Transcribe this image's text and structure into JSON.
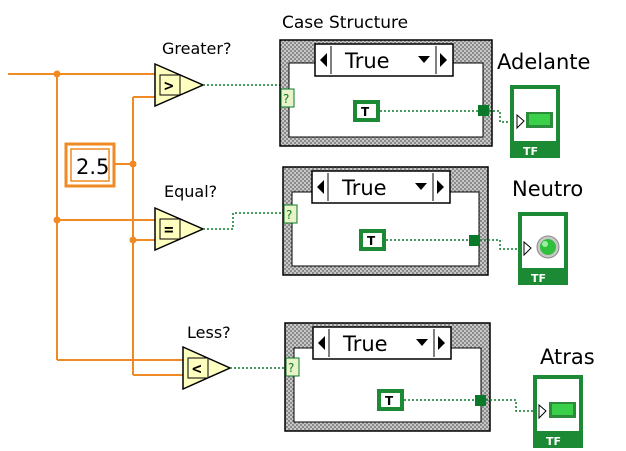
{
  "structure_title": "Case Structure",
  "constant": {
    "value": "2.5"
  },
  "comparisons": [
    {
      "label": "Greater?",
      "symbol": ">",
      "case_selector": "True",
      "bool_const": "T",
      "indicator_label": "Adelante",
      "indicator_type": "led-bar",
      "indicator_tag": "TF"
    },
    {
      "label": "Equal?",
      "symbol": "=",
      "case_selector": "True",
      "bool_const": "T",
      "indicator_label": "Neutro",
      "indicator_type": "led-round",
      "indicator_tag": "TF"
    },
    {
      "label": "Less?",
      "symbol": "<",
      "case_selector": "True",
      "bool_const": "T",
      "indicator_label": "Atras",
      "indicator_type": "led-bar",
      "indicator_tag": "TF"
    }
  ],
  "colors": {
    "numeric_wire": "#f08a24",
    "boolean_wire": "#0a7a2a",
    "indicator_green": "#1c8a34",
    "comparator_fill": "#ffffc0",
    "case_frame": "#b8b8b8"
  }
}
